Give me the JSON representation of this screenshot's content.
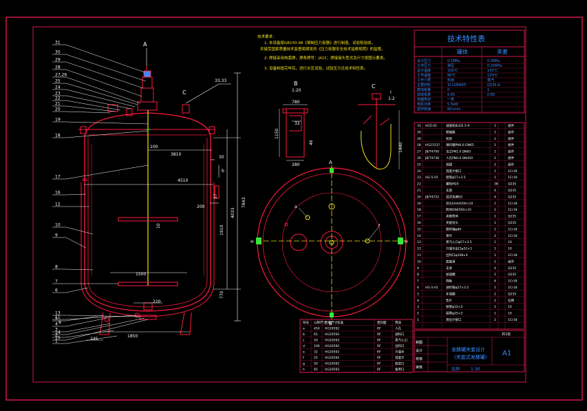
{
  "colors": {
    "background": "#000000",
    "frame": "#d4184c",
    "vessel": "#ff1a3c",
    "dimension": "#ffffff",
    "accent_green": "#39e639",
    "accent_yellow": "#f2e21a",
    "table_text": "#ffffff",
    "table_title": "#3a8cff"
  },
  "main_view": {
    "section_label_top": "A",
    "view_c_label": "C",
    "nozzle_dim": "33.33",
    "agitator_dim": "100",
    "radius_dim": "3810",
    "diameter_dim": "4510",
    "side_dim_1": "200",
    "side_dim_2": "8",
    "height_total": "7843",
    "height_2": "4033",
    "height_3": "1910",
    "height_4": "770",
    "bottom_dim": "1500",
    "skirt_dim": "1850",
    "foot_dim": "245",
    "bottom_nozzle": "220",
    "small_dim": "30",
    "side_label_b": "b",
    "side_num_57": "57",
    "angle_dim": "10",
    "left_callouts": [
      "31",
      "30",
      "29",
      "28",
      "27,26",
      "25",
      "24",
      "23",
      "22",
      "21",
      "20",
      "19",
      "18",
      "17",
      "16",
      "12",
      "10",
      "9",
      "8",
      "7",
      "6",
      "5",
      "4",
      "3",
      "2",
      "1",
      "11",
      "13",
      "14",
      "15"
    ]
  },
  "tech_notes": {
    "title": "技术要求：",
    "lines": [
      "1. 本设备按GB150-98《钢制压力容器》进行制造、试验和验收，",
      "并接受国家质量技术监督局颁发的《压力容器安全技术监察规程》的监督。",
      "2. 焊接采用电弧焊，焊条牌号：J422；焊接接头型式及尺寸按图示要求。",
      "3. 设备制造完毕后，进行水压试验，试验压力见技术特性表。"
    ]
  },
  "detail_b": {
    "label": "B",
    "scale": "1:20",
    "d1": "780",
    "d2": "32",
    "d3": "1150",
    "d4": "46",
    "d5": "280"
  },
  "detail_c": {
    "label": "C",
    "scale_top": "I",
    "scale_bottom": "1:2",
    "d1": "1440"
  },
  "plan_view": {
    "top_label": "A",
    "bottom_label": "B",
    "left_label": "H",
    "right_label": "H",
    "tag_a": "a",
    "tag_f": "f",
    "tag_c": "c"
  },
  "tech_table": {
    "title": "技术特性表",
    "col1": "罐体",
    "col2": "夹套",
    "rows": [
      [
        "设计压力",
        "0.1MPa",
        "0.3MPa"
      ],
      [
        "工作压力",
        "常压",
        "0.25MPa"
      ],
      [
        "设计温度",
        "100℃",
        "143℃"
      ],
      [
        "工作温度",
        "80℃",
        "133℃"
      ],
      [
        "工作介质",
        "料液",
        "蒸汽"
      ],
      [
        "主要材料",
        "1Cr18Ni9Ti",
        "Q235-A"
      ],
      [
        "腐蚀裕量",
        "0",
        "1"
      ],
      [
        "焊缝系数",
        "0.85",
        "0.85"
      ],
      [
        "容器类别",
        "一类",
        ""
      ],
      [
        "电机功率",
        "5.5kW",
        ""
      ],
      [
        "搅拌转速",
        "80r/min",
        ""
      ]
    ]
  },
  "parts_list": {
    "rows": [
      [
        "31",
        "HG5-01",
        "减速机BLD5.5-9",
        "1",
        "",
        "组件"
      ],
      [
        "30",
        "",
        "联轴器",
        "1",
        "",
        "组件"
      ],
      [
        "29",
        "",
        "机架",
        "1",
        "",
        "组件"
      ],
      [
        "28",
        "HG21537",
        "填料箱PN0.6 DN65",
        "1",
        "",
        "组件"
      ],
      [
        "27",
        "JB/T4700",
        "法兰PN1.0 DN65",
        "1",
        "",
        "组件"
      ],
      [
        "26",
        "JB/T4736",
        "人孔PN0.6 DN450",
        "1",
        "",
        "组件"
      ],
      [
        "25",
        "",
        "视镜",
        "2",
        "",
        "组件"
      ],
      [
        "24",
        "",
        "温度计接口",
        "1",
        "",
        "1Cr18"
      ],
      [
        "23",
        "HG-5-01",
        "接管φ57×3.5",
        "1",
        "",
        "1Cr18"
      ],
      [
        "22",
        "",
        "螺栓M20",
        "36",
        "",
        "Q235"
      ],
      [
        "21",
        "",
        "支座",
        "4",
        "",
        "Q235"
      ],
      [
        "20",
        "JB/T4725",
        "耳式支座B3",
        "4",
        "",
        "Q235"
      ],
      [
        "19",
        "",
        "封头EHA4500×10",
        "1",
        "",
        "1Cr18"
      ],
      [
        "18",
        "",
        "筒体DN4500×10",
        "1",
        "",
        "1Cr18"
      ],
      [
        "17",
        "",
        "夹套筒体",
        "1",
        "",
        "Q235"
      ],
      [
        "16",
        "",
        "夹套封头",
        "1",
        "",
        "Q235"
      ],
      [
        "15",
        "",
        "搅拌轴φ80",
        "1",
        "",
        "1Cr18"
      ],
      [
        "14",
        "",
        "桨叶",
        "2",
        "",
        "1Cr18"
      ],
      [
        "13",
        "",
        "蒸汽入口φ57×3.5",
        "1",
        "",
        "10"
      ],
      [
        "12",
        "",
        "冷凝水出口φ32×3",
        "1",
        "",
        "10"
      ],
      [
        "11",
        "",
        "出料口φ108×4",
        "1",
        "",
        "1Cr18"
      ],
      [
        "10",
        "",
        "底轴承",
        "1",
        "",
        "组件"
      ],
      [
        "9",
        "",
        "支承",
        "4",
        "",
        "Q235"
      ],
      [
        "8",
        "",
        "加强圈",
        "2",
        "",
        "Q235"
      ],
      [
        "7",
        "",
        "挡板",
        "4",
        "",
        "1Cr18"
      ],
      [
        "6",
        "HG-5-01",
        "进料管φ57×3.5",
        "1",
        "",
        "1Cr18"
      ],
      [
        "5",
        "",
        "补强圈",
        "2",
        "",
        "Q235"
      ],
      [
        "4",
        "",
        "垫片",
        "2",
        "",
        "石棉"
      ],
      [
        "3",
        "",
        "接管φ32×3",
        "1",
        "",
        "10"
      ],
      [
        "2",
        "",
        "接管φ25×3",
        "1",
        "",
        "10"
      ],
      [
        "1",
        "",
        "液位计接口",
        "2",
        "",
        "1Cr18"
      ]
    ],
    "header_note": "序号 代号 名称 数量 重量 材料"
  },
  "nozzle_table": {
    "rows": [
      [
        "符号",
        "公称尺寸",
        "连接尺寸标准",
        "密封面",
        "用途"
      ],
      [
        "a",
        "450",
        "HG20592",
        "RF",
        "人孔"
      ],
      [
        "b",
        "65",
        "HG20592",
        "RF",
        "进料口"
      ],
      [
        "c",
        "50",
        "HG20592",
        "RF",
        "蒸汽入口"
      ],
      [
        "d",
        "100",
        "HG20592",
        "RF",
        "出料口"
      ],
      [
        "e",
        "32",
        "HG20592",
        "RF",
        "冷凝水"
      ],
      [
        "f",
        "25",
        "HG20592",
        "RF",
        "温度计"
      ],
      [
        "g",
        "50",
        "HG20592",
        "RF",
        "放空口"
      ],
      [
        "h",
        "65",
        "HG20592",
        "RF",
        "备用口"
      ]
    ]
  },
  "title_block": {
    "drawing_title_1": "发酵罐夹套设计",
    "drawing_title_2": "(夹套式发酵罐)",
    "size": "A1",
    "scale_label": "比例",
    "scale_value": "1:30",
    "rows": [
      "制图",
      "设计",
      "校核",
      "审核"
    ],
    "sheet": "共1张"
  }
}
